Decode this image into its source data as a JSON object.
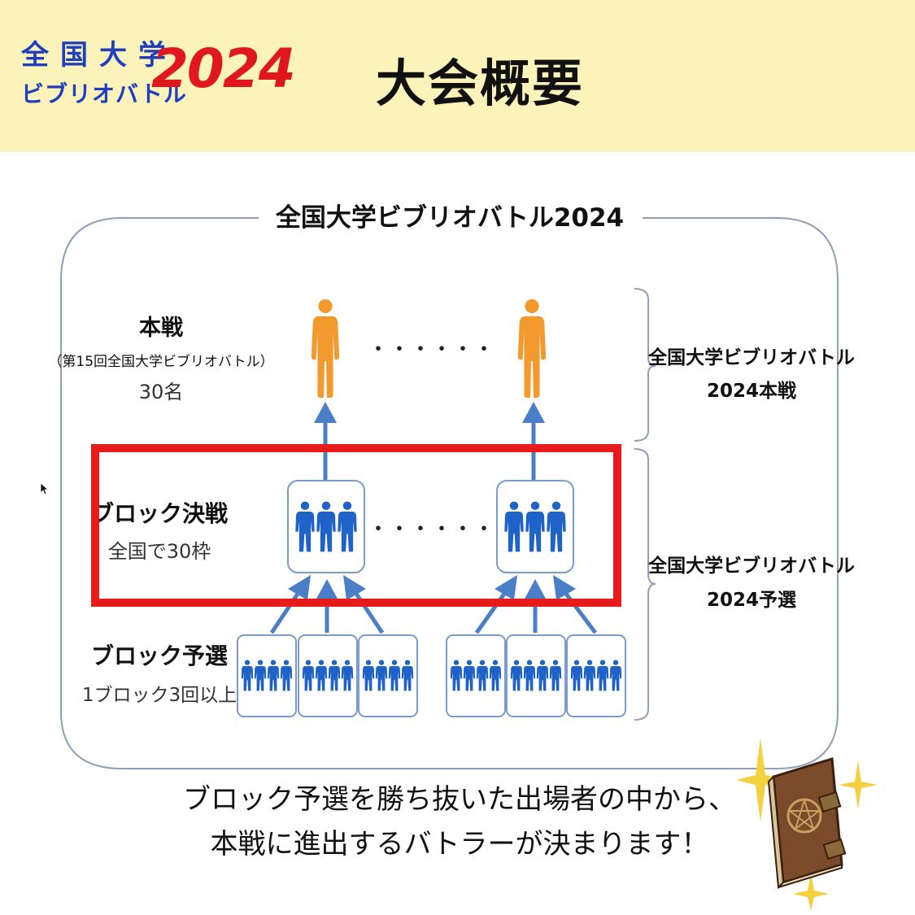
{
  "header": {
    "logo_line1": "全国大学",
    "logo_line2": "ビブリオバトル",
    "logo_year": "2024",
    "title": "大会概要"
  },
  "diagram": {
    "frame_title": "全国大学ビブリオバトル2024",
    "tiers": [
      {
        "title": "本戦",
        "sub": "（第15回全国大学ビブリオバトル）",
        "count": "30名"
      },
      {
        "title": "ブロック決戦",
        "count": "全国で30枠"
      },
      {
        "title": "ブロック予選",
        "count": "1ブロック3回以上"
      }
    ],
    "brackets": [
      {
        "line1": "全国大学ビブリオバトル",
        "line2": "2024本戦"
      },
      {
        "line1": "全国大学ビブリオバトル",
        "line2": "2024予選"
      }
    ],
    "ellipsis": "・・・・・・"
  },
  "caption": {
    "line1": "ブロック予選を勝ち抜いた出場者の中から、",
    "line2": "本戦に進出するバトラーが決まります！"
  },
  "icons": [
    "person-icon",
    "group-icon",
    "arrow-up-icon",
    "book-icon",
    "sparkle-icon",
    "cursor-icon"
  ],
  "colors": {
    "header_bg": "#fbf3b9",
    "logo_blue": "#1f3fbf",
    "logo_red": "#e0181d",
    "person_orange": "#f29a2e",
    "person_blue": "#1f63c8",
    "arrow_blue": "#4a7fc7",
    "highlight_red": "#e81b1b",
    "frame_line": "#8ea0b8"
  }
}
